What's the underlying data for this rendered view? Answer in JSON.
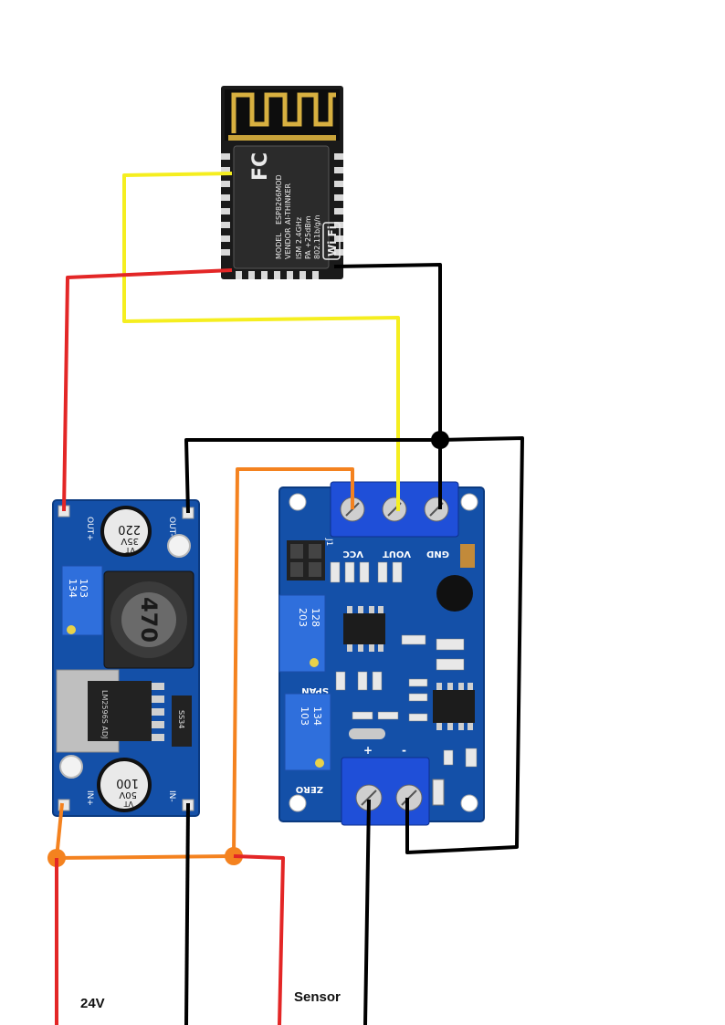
{
  "labels": {
    "supply": "24V",
    "sensor": "Sensor"
  },
  "esp_module": {
    "vendor_text": "VENDOR",
    "model_text": "MODEL",
    "maker": "AI-THINKER",
    "model": "ESP8266MOD",
    "ism": "ISM 2.4GHz",
    "pa": "PA +25dBm",
    "standard": "802.11b/g/n",
    "fc_mark": "FC",
    "wifi_mark": "Wi Fi"
  },
  "buck_module": {
    "out_plus": "OUT+",
    "out_minus": "OUT-",
    "in_plus": "IN+",
    "in_minus": "IN-",
    "cap_top_value": "220",
    "cap_top_voltage": "35V",
    "cap_top_type": "VT",
    "cap_bottom_value": "100",
    "cap_bottom_voltage": "50V",
    "cap_bottom_type": "VT",
    "inductor": "470",
    "pot": "103",
    "pot_code": "134",
    "diode": "SS34",
    "regulator": "LM2596S ADJ"
  },
  "transmitter_module": {
    "vcc": "VCC",
    "vout": "VOUT",
    "gnd": "GND",
    "span": "SPAN",
    "zero": "ZERO",
    "jumper": "J1",
    "pot_span_a": "128",
    "pot_span_b": "203",
    "pot_zero_a": "134",
    "pot_zero_b": "103",
    "in_plus": "+",
    "in_minus": "-"
  },
  "wire_colors": {
    "red": "#e32626",
    "black": "#000000",
    "yellow": "#f5ee1f",
    "orange": "#f4821f"
  }
}
